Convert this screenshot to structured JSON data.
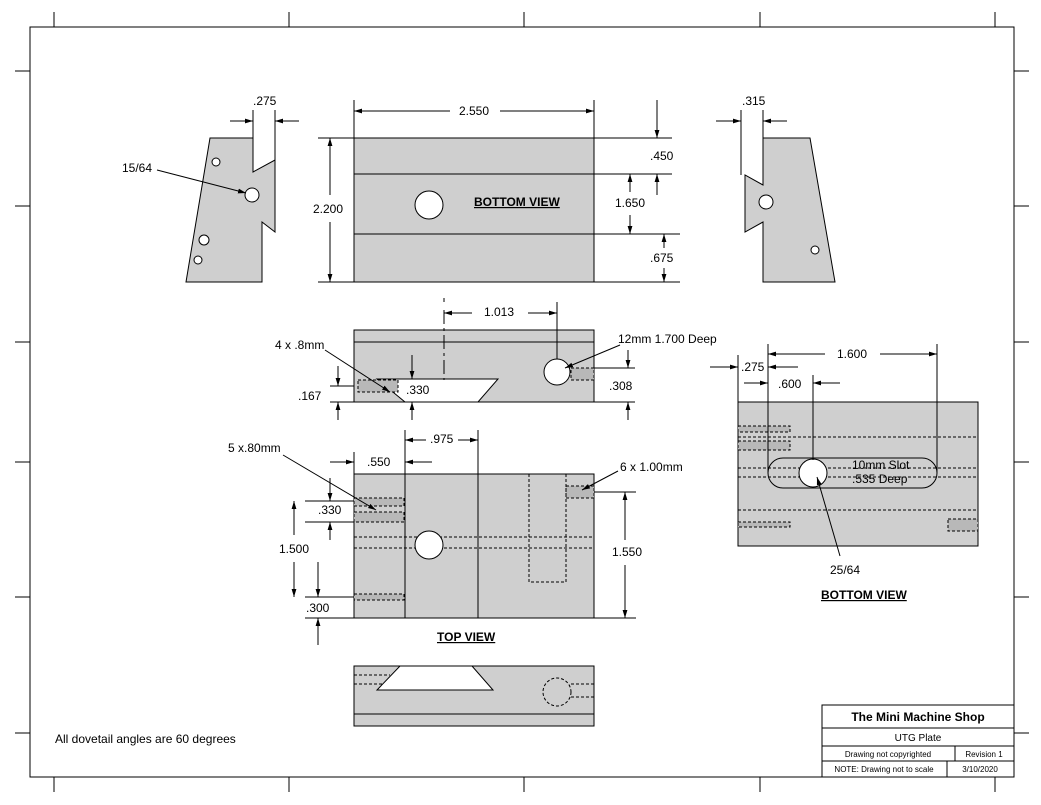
{
  "note": "All dovetail angles are 60 degrees",
  "title_block": {
    "company": "The Mini Machine Shop",
    "part": "UTG Plate",
    "copyright": "Drawing not copyrighted",
    "revision": "Revision  1",
    "scale_note": "NOTE: Drawing not to scale",
    "date": "3/10/2020"
  },
  "views": {
    "bottom_view_top": "BOTTOM VIEW",
    "top_view": "TOP VIEW",
    "bottom_view_right": "BOTTOM VIEW"
  },
  "dims": {
    "d275_left": ".275",
    "d15_64": "15/64",
    "d2550": "2.550",
    "d2200": "2.200",
    "d450": ".450",
    "d1650": "1.650",
    "d675": ".675",
    "d315": ".315",
    "d1013": "1.013",
    "tap4": "4 x .8mm",
    "hole12": "12mm 1.700 Deep",
    "d167": ".167",
    "d330a": ".330",
    "d308": ".308",
    "d975": ".975",
    "tap5": "5 x.80mm",
    "d550": ".550",
    "tap6": "6 x 1.00mm",
    "d330b": ".330",
    "d1500": "1.500",
    "d1550": "1.550",
    "d300": ".300",
    "d1600": "1.600",
    "d275_right": ".275",
    "d600": ".600",
    "slot1": "10mm Slot",
    "slot2": ".535 Deep",
    "d25_64": "25/64"
  }
}
